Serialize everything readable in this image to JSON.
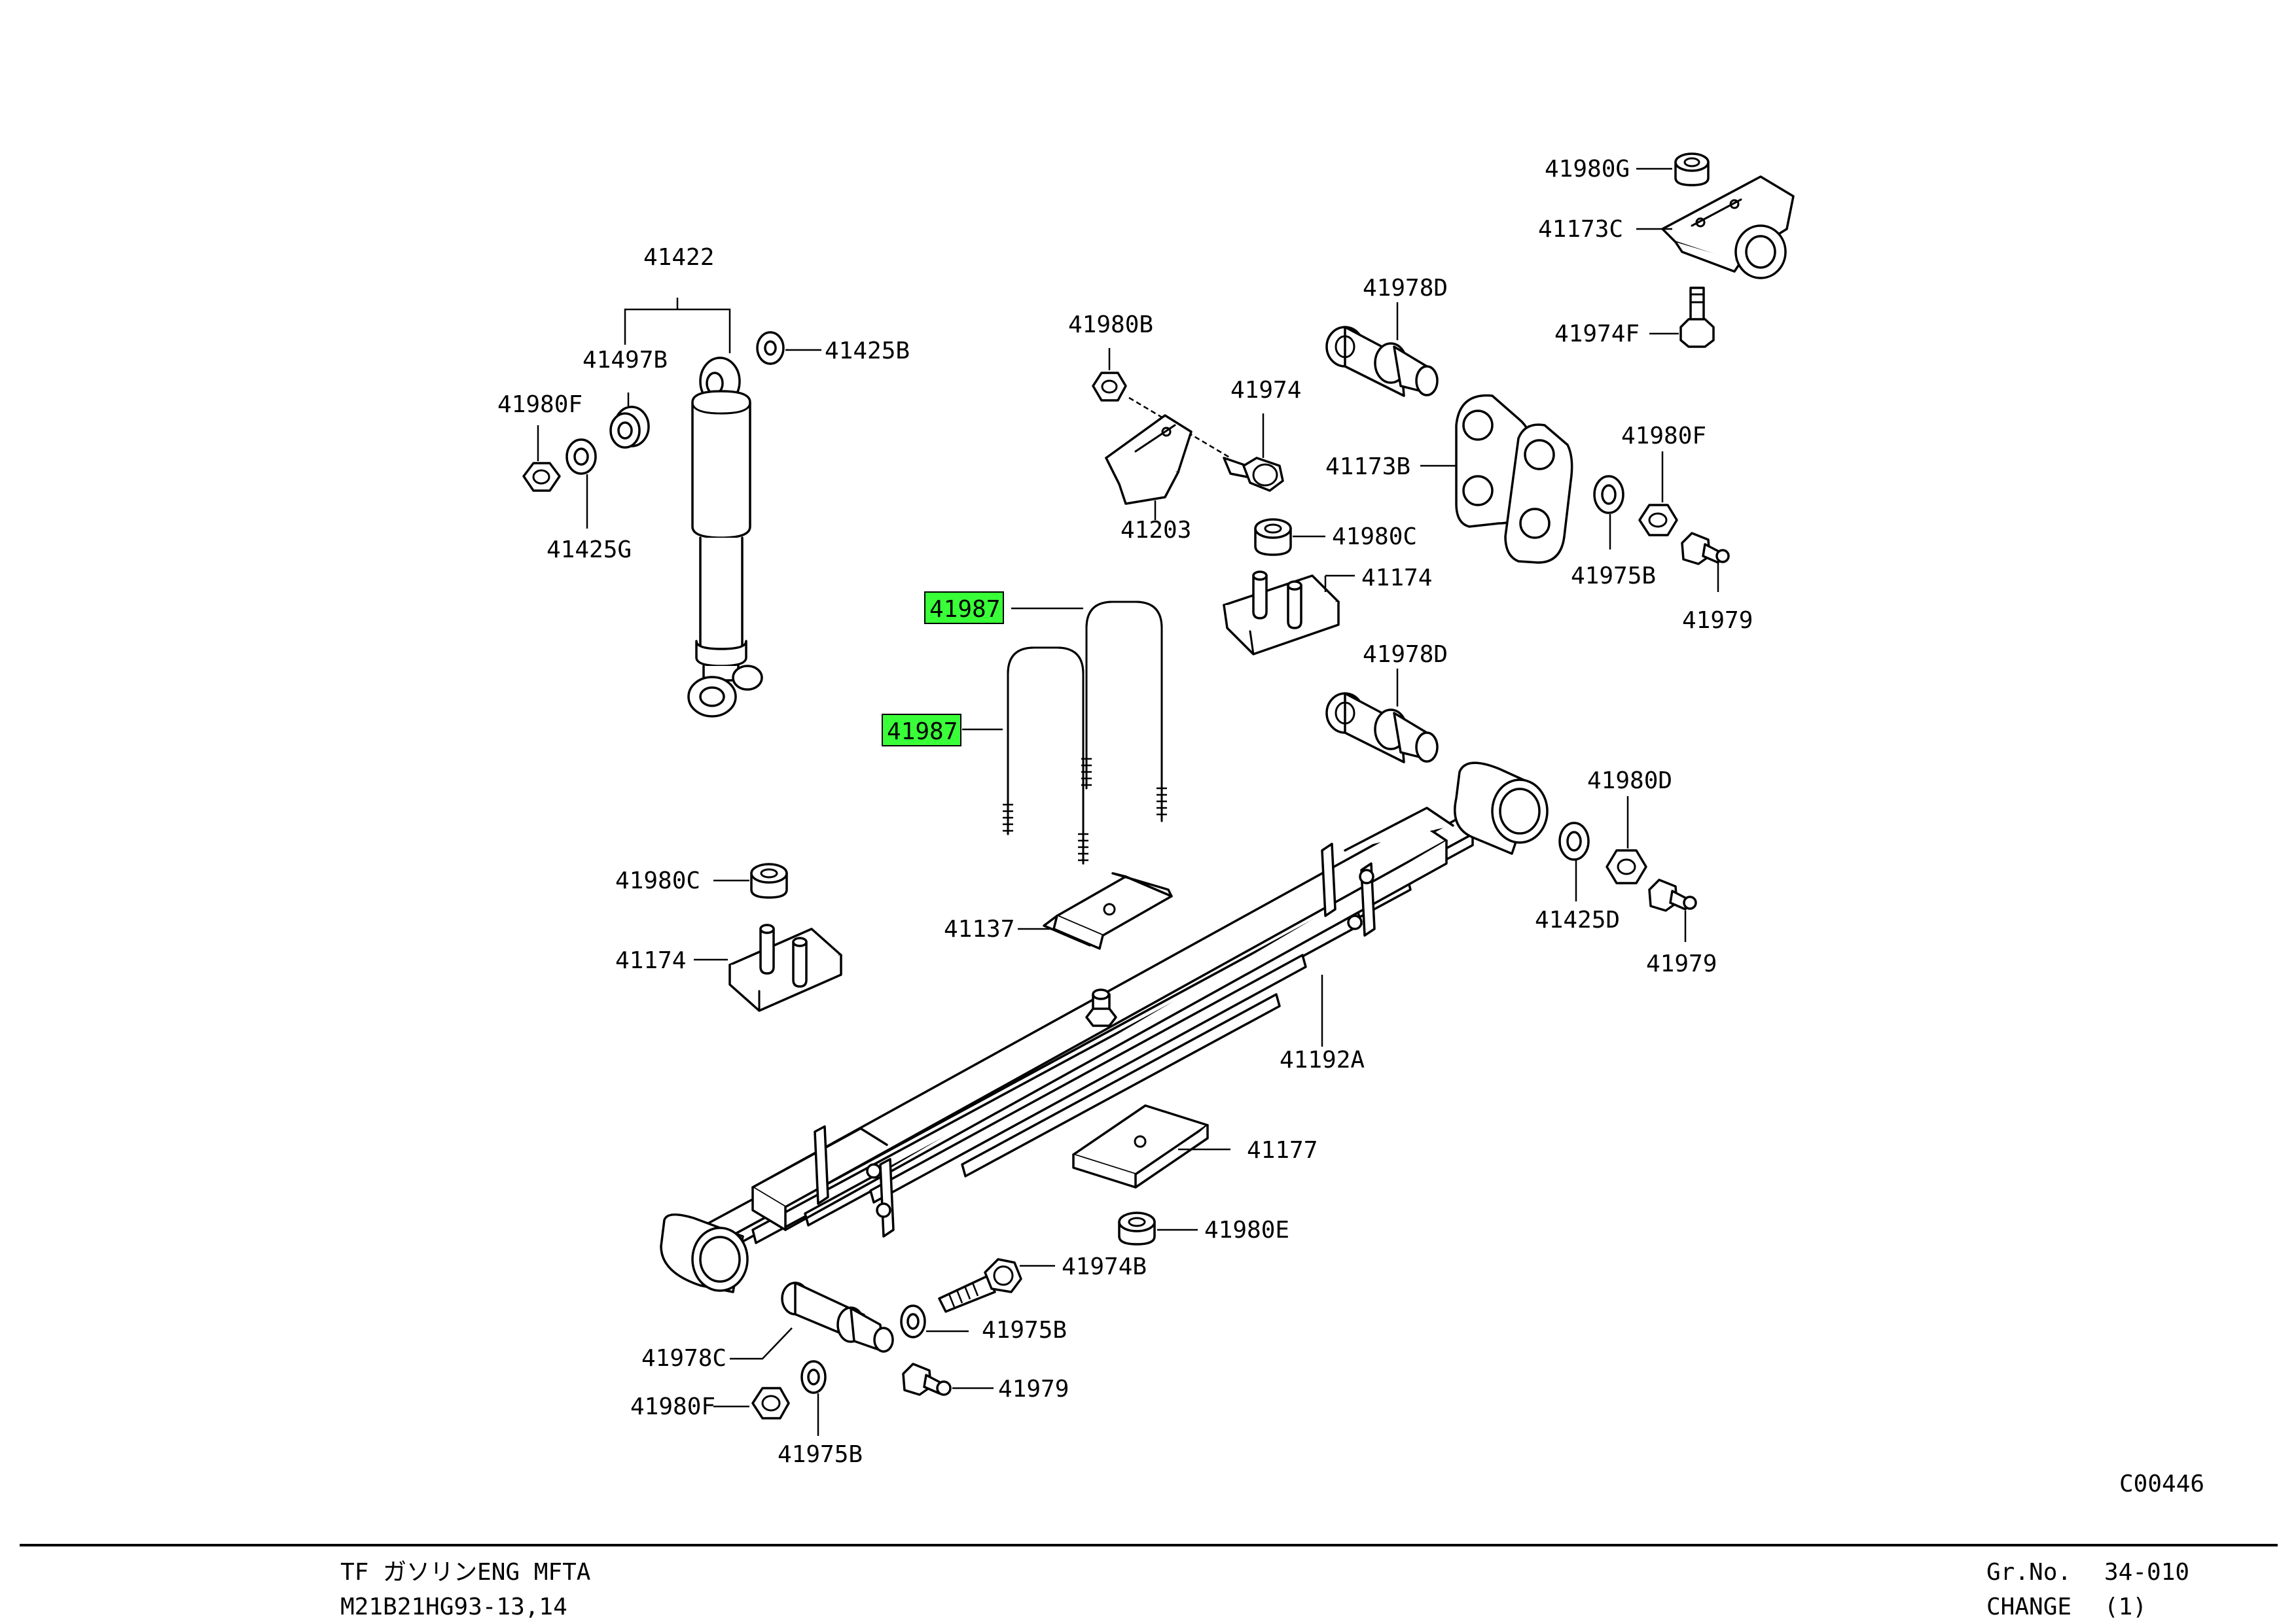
{
  "diagram_code": "C00446",
  "labels": {
    "l41980G": "41980G",
    "l41173C": "41173C",
    "l41974F": "41974F",
    "l41978D_top": "41978D",
    "l41173B": "41173B",
    "l41980F_r": "41980F",
    "l41975B_r": "41975B",
    "l41979_r1": "41979",
    "l41422": "41422",
    "l41497B": "41497B",
    "l41425B": "41425B",
    "l41980F_l": "41980F",
    "l41425G": "41425G",
    "l41980B": "41980B",
    "l41974": "41974",
    "l41203": "41203",
    "l41980C_top": "41980C",
    "l41174_top": "41174",
    "l41987_a": "41987",
    "l41987_b": "41987",
    "l41978D_mid": "41978D",
    "l41980D": "41980D",
    "l41425D": "41425D",
    "l41979_r2": "41979",
    "l41980C_left": "41980C",
    "l41174_left": "41174",
    "l41137": "41137",
    "l41192A": "41192A",
    "l41177": "41177",
    "l41980E": "41980E",
    "l41974B": "41974B",
    "l41975B_b1": "41975B",
    "l41978C": "41978C",
    "l41979_b": "41979",
    "l41980F_b": "41980F",
    "l41975B_b2": "41975B"
  },
  "footer": {
    "model_line1": "TF ガソリンENG MFTA",
    "model_line2": "M21B21HG93-13,14",
    "group_label": "Gr.No.",
    "group_value": "34-010",
    "change_label": "CHANGE",
    "change_value": "(1)"
  },
  "colors": {
    "highlight": "#39ff39",
    "line": "#000000",
    "background": "#ffffff"
  }
}
